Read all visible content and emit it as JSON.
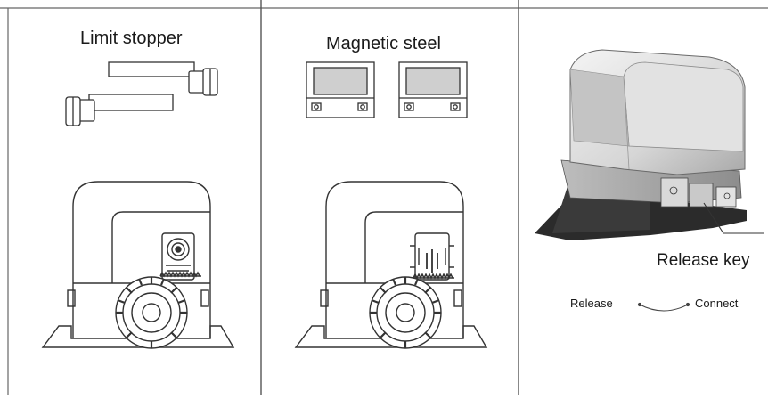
{
  "panels": [
    {
      "title": "Limit stopper",
      "part_icon": "limit-stopper-bracket-icon",
      "housing_icon": "motor-housing-with-limit-stopper-icon"
    },
    {
      "title": "Magnetic steel",
      "part_icon": "magnetic-steel-block-icon",
      "housing_icon": "motor-housing-with-magnetic-steel-icon"
    },
    {
      "photo_icon": "gate-motor-unit-icon",
      "release_key_label": "Release key",
      "switch": {
        "left_label": "Release",
        "right_label": "Connect",
        "icon": "release-connect-arc-icon"
      }
    }
  ],
  "colors": {
    "line": "#333333",
    "housing": "#dcdcdc",
    "base": "#2b2b2b",
    "panel_border": "#555555"
  }
}
